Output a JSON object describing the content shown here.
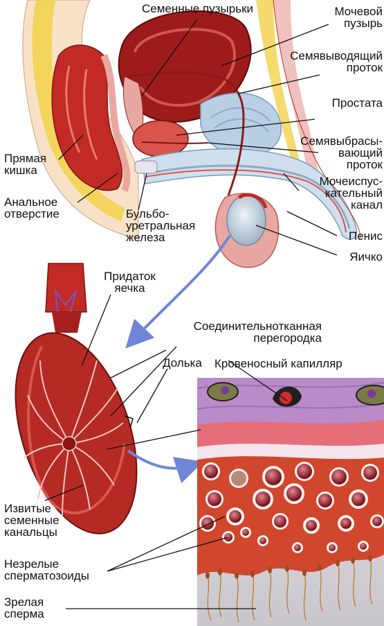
{
  "colors": {
    "muscle": "#c22a25",
    "tissue_pink": "#e9a7a2",
    "fat_yellow": "#f2d24a",
    "blue_light": "#b8cfe4",
    "purple_membrane": "#b98bc8",
    "arrow_blue": "#6f86d6",
    "leader": "#111111"
  },
  "labels": {
    "seminal_vesicles": "Семенные пузырьки",
    "bladder": [
      "Мочевой",
      "пузырь"
    ],
    "vas_deferens": [
      "Семявыводящий",
      "проток"
    ],
    "prostate": "Простата",
    "ejaculatory_duct": [
      "Семявыбрасы-",
      "вающий",
      "проток"
    ],
    "rectum": [
      "Прямая",
      "кишка"
    ],
    "urethra": [
      "Мочеиспус-",
      "кательный",
      "канал"
    ],
    "anus": [
      "Анальное",
      "отверстие"
    ],
    "bulbourethral_gland": [
      "Бульбо-",
      "уретральная",
      "железа"
    ],
    "penis": "Пенис",
    "testis": "Яичко",
    "epididymis": [
      "Придаток",
      "яечка"
    ],
    "septum": [
      "Соединительнотканная",
      "перегородка"
    ],
    "lobule": "Долька",
    "capillary": "Кровеносный  капилляр",
    "tubules": [
      "Извитые",
      "семенные",
      "канальцы"
    ],
    "immature_sperm": [
      "Незрелые",
      "сперматозоиды"
    ],
    "mature_sperm": [
      "Зрелая",
      "сперма"
    ]
  }
}
